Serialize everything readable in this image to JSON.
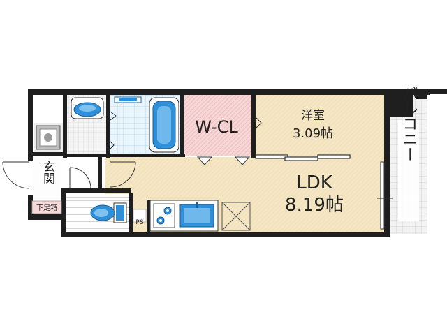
{
  "rooms": {
    "wcl": "W-CL",
    "western_room": {
      "name": "洋室",
      "size": "3.09帖"
    },
    "ldk": {
      "name": "LDK",
      "size": "8.19帖"
    },
    "entrance": "玄関",
    "shoe_box": "下足箱",
    "ps": "PS",
    "balcony": "バルコニー"
  },
  "colors": {
    "wall": "#1f1f1f",
    "ldk_floor": "#f4e5c3",
    "wcl_floor": "#f6d6d6",
    "fixture_blue": "#2f8fd8",
    "tile_blue": "#d8ecf8",
    "balcony_grid": "#d9d9d9",
    "shoe_box_fill": "#f7d8d8"
  },
  "icons": [
    "washbasin-icon",
    "washing-machine-pan-icon",
    "shower-icon",
    "bathtub-icon",
    "toilet-icon",
    "stove-icon",
    "kitchen-sink-icon",
    "refrigerator-space-icon"
  ]
}
